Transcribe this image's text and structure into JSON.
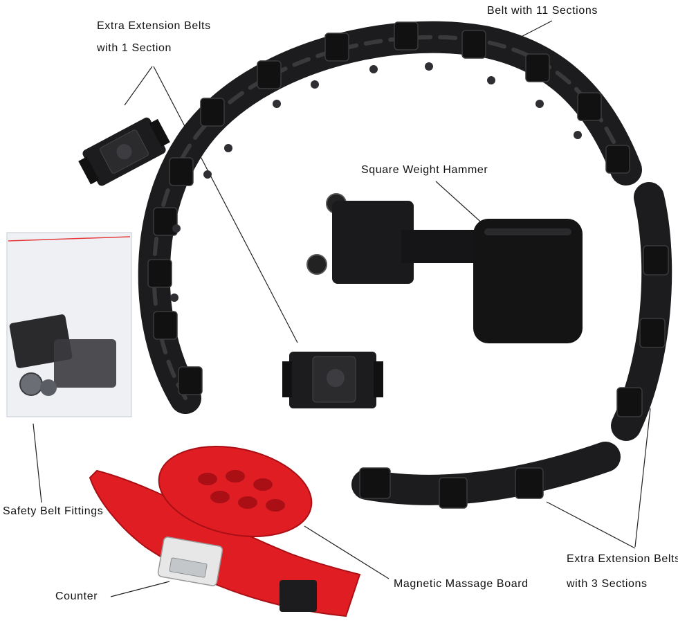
{
  "labels": {
    "belt_11": "Belt with 11 Sections",
    "ext_1_line1": "Extra Extension Belts",
    "ext_1_line2": "with 1 Section",
    "square_weight": "Square Weight Hammer",
    "safety_fittings": "Safety Belt Fittings",
    "counter": "Counter",
    "massage_board": "Magnetic Massage Board",
    "ext_3_line1": "Extra Extension Belts",
    "ext_3_line2": "with 3 Sections"
  },
  "colors": {
    "belt": "#1c1c1e",
    "belt_highlight": "#3a3a3d",
    "red_part": "#e11d24",
    "red_dark": "#a90f14",
    "bag": "#eef0f4",
    "weight": "#141414"
  },
  "icons": {
    "counter_display": "lcd-counter-icon",
    "magnet_board": "magnet-board-icon"
  }
}
